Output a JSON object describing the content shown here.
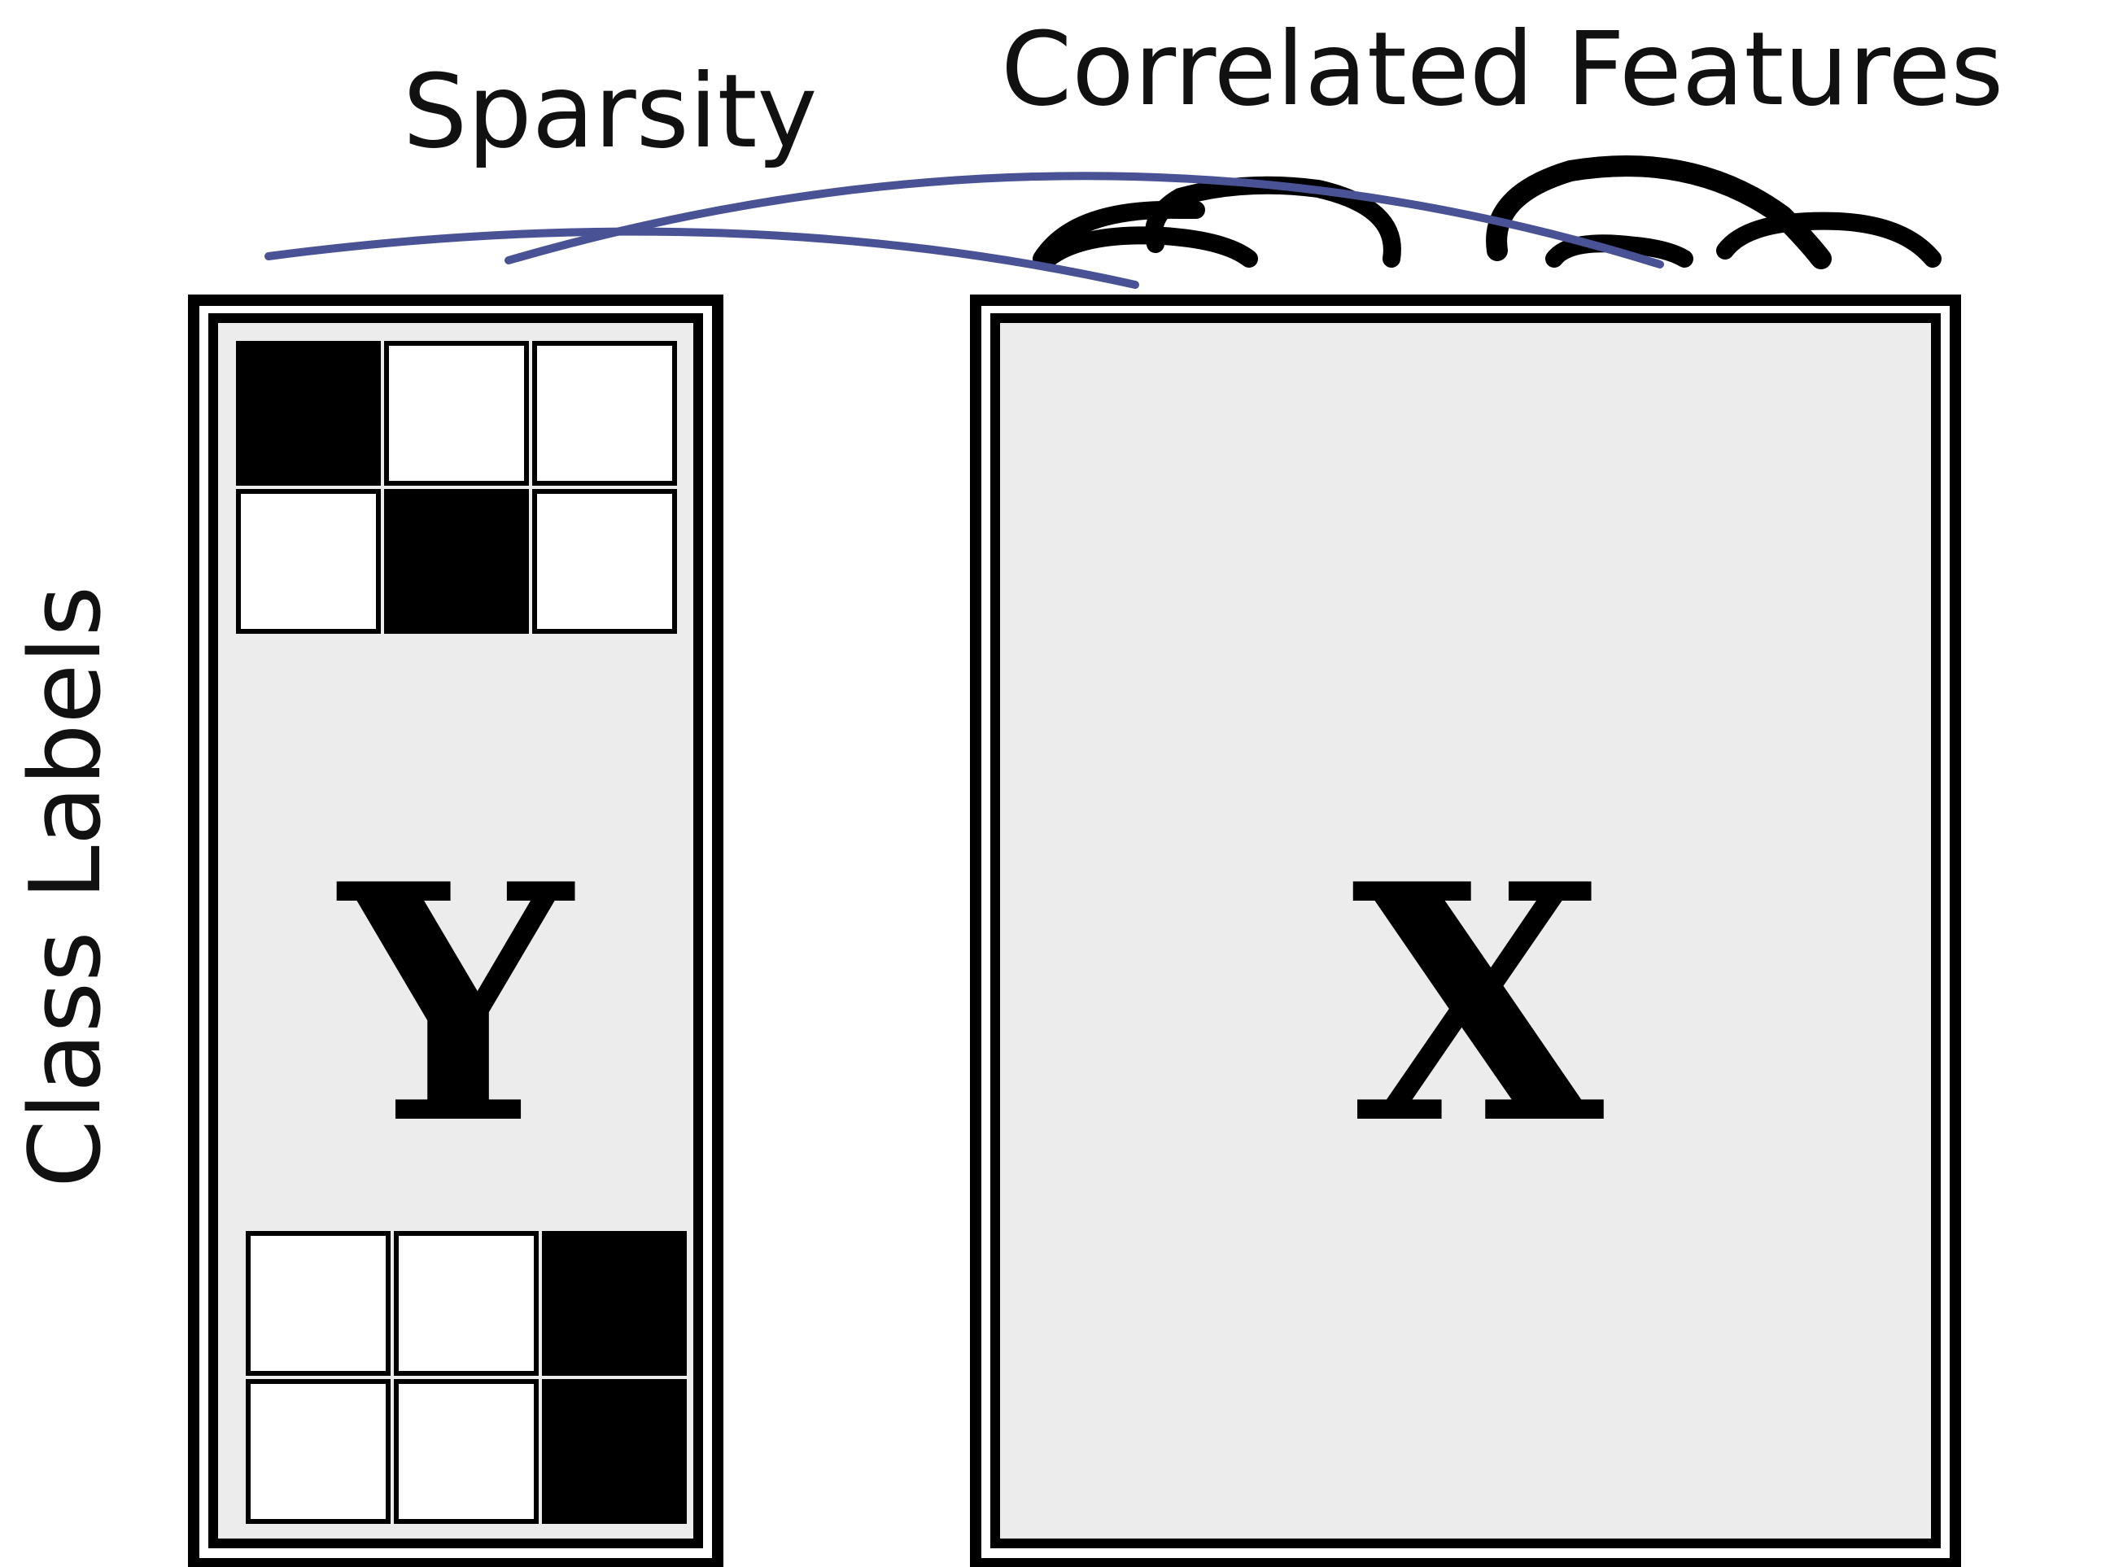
{
  "labels": {
    "sparsity": "Sparsity",
    "correlated_features": "Correlated Features",
    "class_labels": "Class Labels"
  },
  "matrices": {
    "y_symbol": "Y",
    "x_symbol": "X"
  },
  "label_grid": {
    "top": [
      [
        1,
        0,
        0
      ],
      [
        0,
        1,
        0
      ]
    ],
    "bottom": [
      [
        0,
        0,
        1
      ],
      [
        0,
        0,
        1
      ]
    ]
  },
  "colors": {
    "sparsity_line": "#4a5296",
    "matrix_fill": "#ececec",
    "border": "#000000"
  }
}
